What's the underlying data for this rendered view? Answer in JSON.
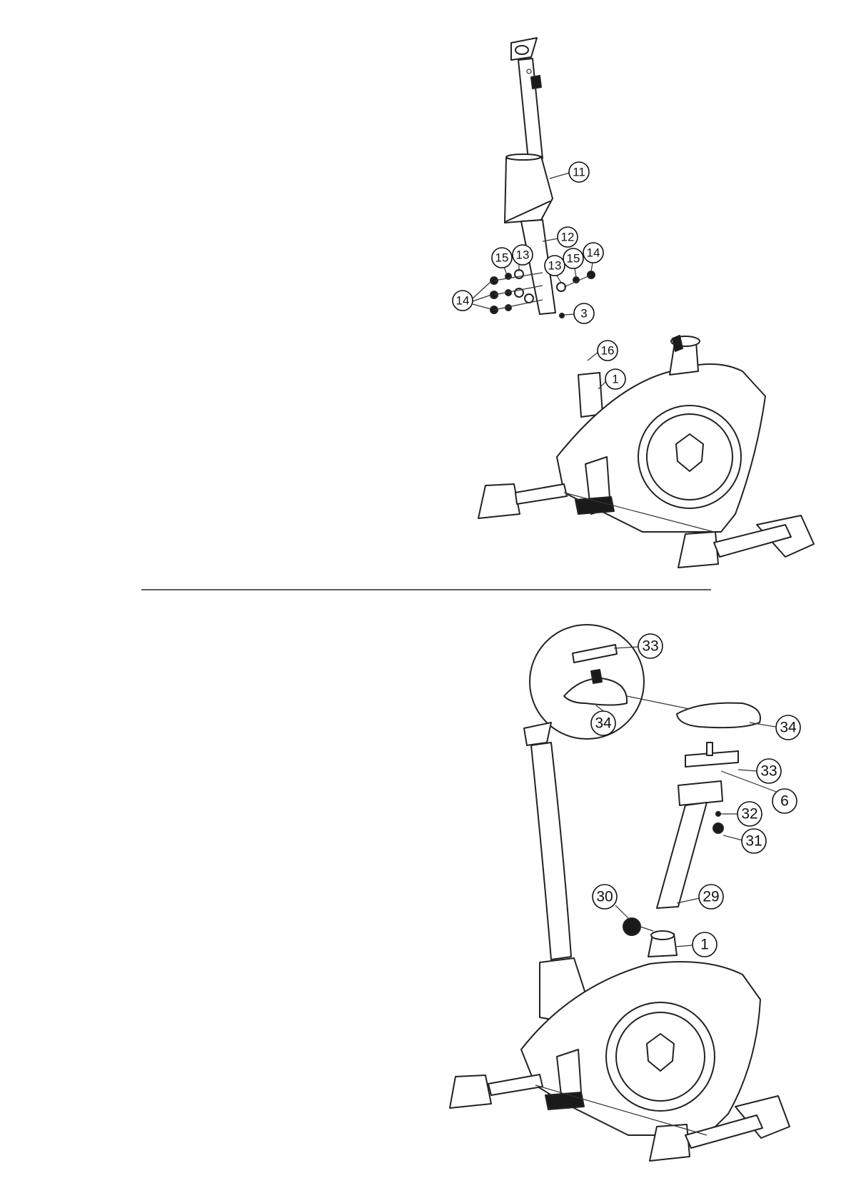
{
  "diagram": {
    "step1_callouts": [
      "11",
      "12",
      "13",
      "15",
      "13",
      "15",
      "14",
      "14",
      "3",
      "16",
      "1"
    ],
    "step2_callouts": [
      "33",
      "34",
      "34",
      "33",
      "6",
      "32",
      "31",
      "29",
      "30",
      "1"
    ]
  }
}
